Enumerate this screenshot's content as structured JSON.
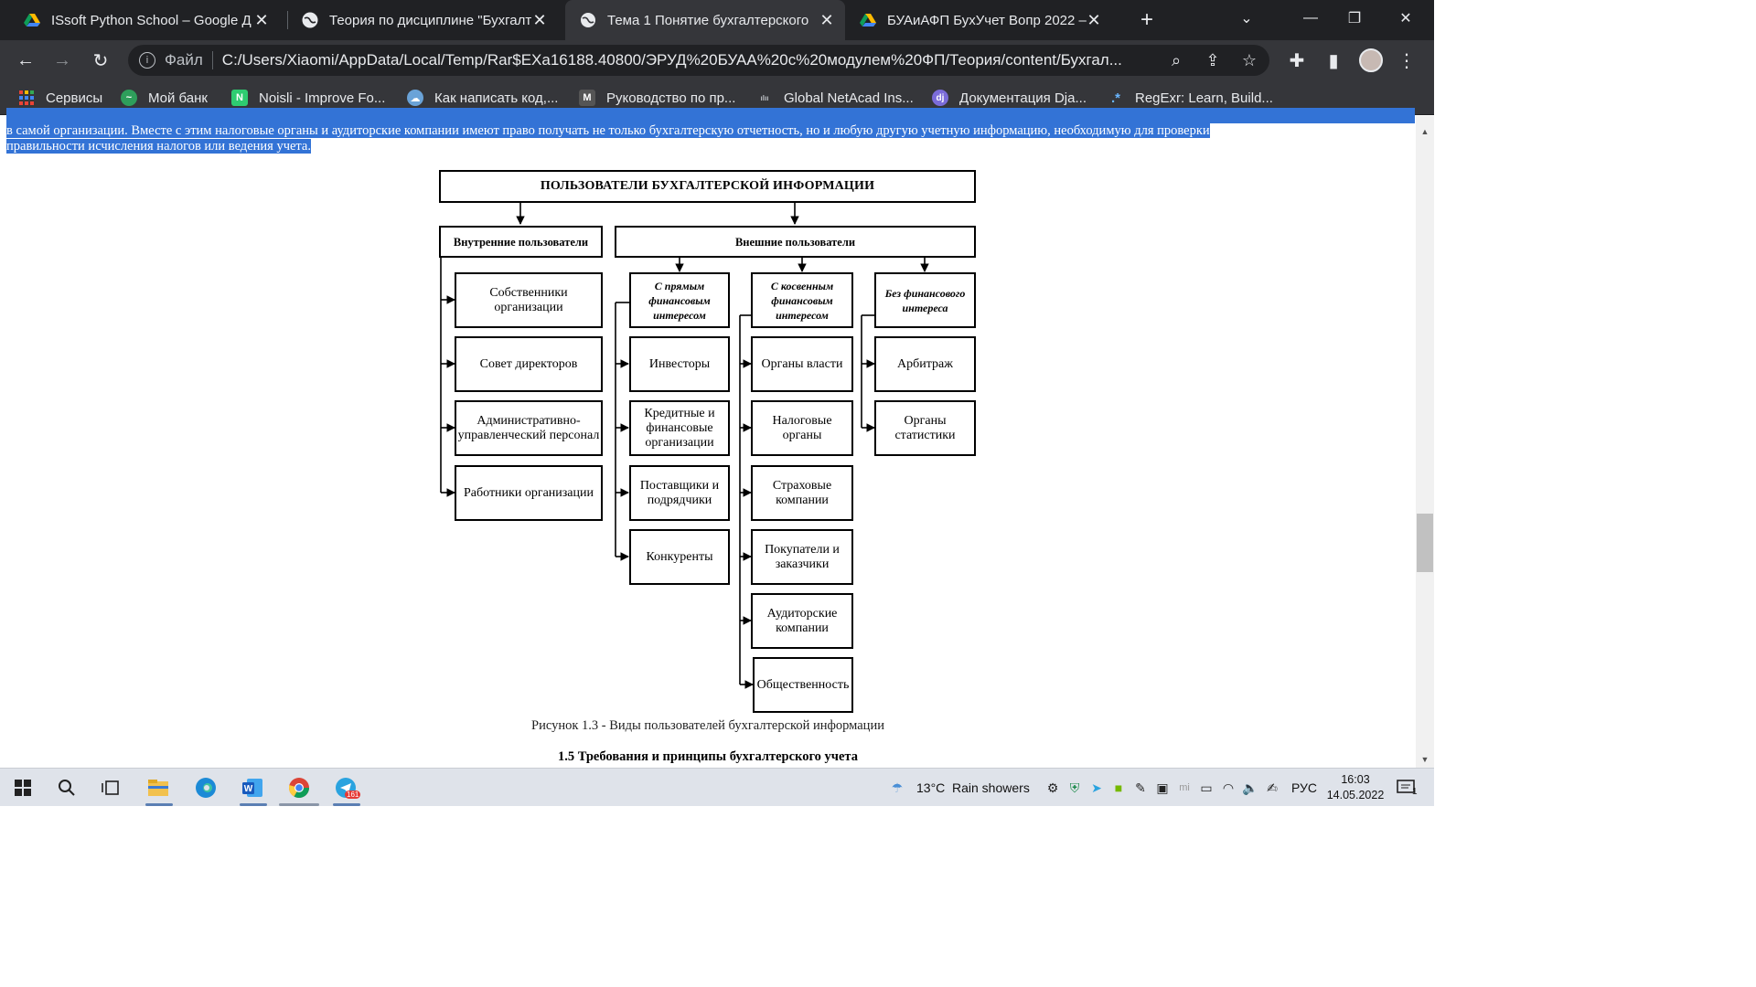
{
  "tabs": [
    {
      "title": "ISsoft Python School – Google Д",
      "icon": "google-drive-icon"
    },
    {
      "title": "Теория по дисциплине \"Бухгалт",
      "icon": "globe-icon"
    },
    {
      "title": "Тема 1 Понятие бухгалтерского",
      "icon": "globe-icon",
      "active": true
    },
    {
      "title": "БУАиАФП БухУчет Вопр 2022 –",
      "icon": "google-drive-icon"
    }
  ],
  "address_bar": {
    "scheme_label": "Файл",
    "url": "C:/Users/Xiaomi/AppData/Local/Temp/Rar$EXa16188.40800/ЭРУД%20БУАА%20с%20модулем%20ФП/Теория/content/Бухгал..."
  },
  "bookmarks": [
    {
      "label": "Сервисы",
      "icon": "apps-grid-icon"
    },
    {
      "label": "Мой банк",
      "icon": "bank-icon"
    },
    {
      "label": "Noisli - Improve Fo...",
      "icon": "noisli-icon"
    },
    {
      "label": "Как написать код,...",
      "icon": "code-icon"
    },
    {
      "label": "Руководство по пр...",
      "icon": "mail-icon"
    },
    {
      "label": "Global NetAcad Ins...",
      "icon": "cisco-icon"
    },
    {
      "label": "Документация Dja...",
      "icon": "django-icon"
    },
    {
      "label": "RegExr: Learn, Build...",
      "icon": "regexr-icon"
    }
  ],
  "page": {
    "paragraph_lines": [
      "в самой организации. Вместе с этим налоговые органы и аудиторские компании имеют право получать не только бухгалтерскую отчетность, но и любую другую учетную информацию, необходимую для проверки",
      "правильности исчисления налогов или ведения учета."
    ],
    "diagram": {
      "title": "ПОЛЬЗОВАТЕЛИ БУХГАЛТЕРСКОЙ ИНФОРМАЦИИ",
      "internal": {
        "label": "Внутренние пользователи",
        "items": [
          "Собственники организации",
          "Совет директоров",
          "Административно-управленческий персонал",
          "Работники организации"
        ]
      },
      "external": {
        "label": "Внешние пользователи",
        "groups": [
          {
            "label": "С прямым финансовым интересом",
            "items": [
              "Инвесторы",
              "Кредитные и финансовые организации",
              "Поставщики и подрядчики",
              "Конкуренты"
            ]
          },
          {
            "label": "С косвенным финансовым интересом",
            "items": [
              "Органы власти",
              "Налоговые органы",
              "Страховые компании",
              "Покупатели и заказчики",
              "Аудиторские компании",
              "Общественность"
            ]
          },
          {
            "label": "Без финансового интереса",
            "items": [
              "Арбитраж",
              "Органы статистики"
            ]
          }
        ]
      }
    },
    "caption": "Рисунок 1.3 - Виды пользователей бухгалтерской информации",
    "section_heading": "1.5 Требования и принципы бухгалтерского учета"
  },
  "taskbar": {
    "weather": {
      "temp": "13°C",
      "desc": "Rain showers"
    },
    "language": "РУС",
    "time": "16:03",
    "date": "14.05.2022",
    "telegram_badge": "161",
    "notification_count": "1"
  },
  "colors": {
    "selection": "#3373d6",
    "tab_strip": "#202124",
    "toolbar": "#35363a"
  }
}
